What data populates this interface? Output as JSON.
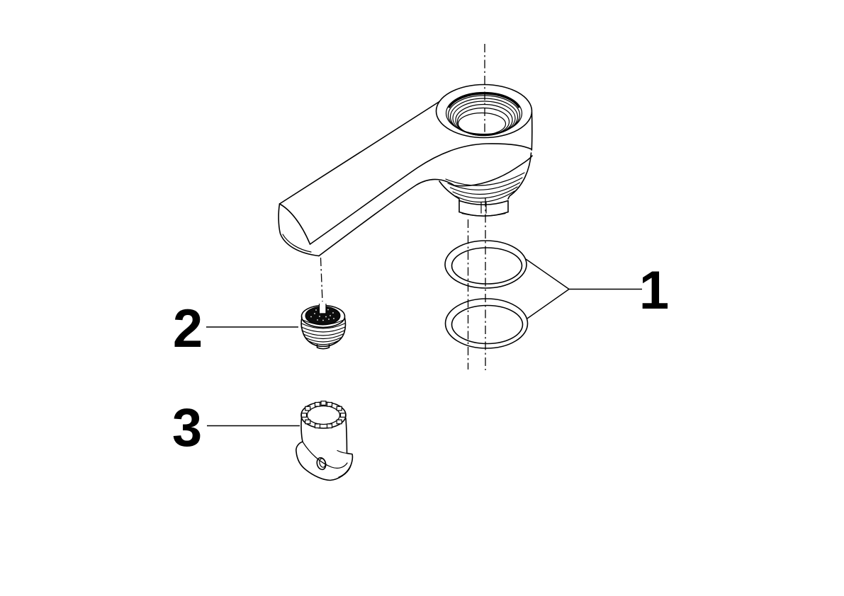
{
  "page": {
    "background_color": "#ffffff",
    "line_color": "#000000"
  },
  "diagram": {
    "kind": "exploded-parts-line-drawing",
    "subject": "faucet-spout-assembly",
    "callouts": [
      {
        "number": "1",
        "part": "o-ring-seal-pair"
      },
      {
        "number": "2",
        "part": "aerator-insert"
      },
      {
        "number": "3",
        "part": "elbow-outlet-adapter"
      }
    ]
  }
}
